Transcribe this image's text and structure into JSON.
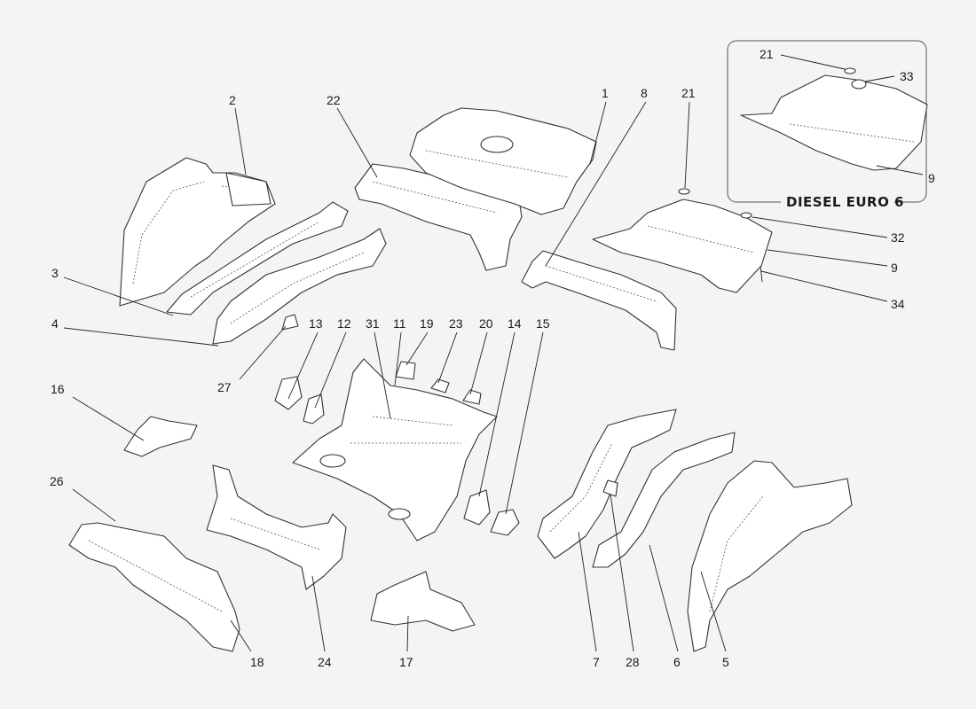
{
  "inset": {
    "title": "DIESEL  EURO 6"
  },
  "labels": {
    "l1": "1",
    "l2": "2",
    "l3": "3",
    "l4": "4",
    "l5": "5",
    "l6": "6",
    "l7": "7",
    "l8": "8",
    "l9a": "9",
    "l9b": "9",
    "l11": "11",
    "l12": "12",
    "l13": "13",
    "l14": "14",
    "l15": "15",
    "l16": "16",
    "l17": "17",
    "l18": "18",
    "l19": "19",
    "l20": "20",
    "l21a": "21",
    "l21b": "21",
    "l22": "22",
    "l23": "23",
    "l24": "24",
    "l26": "26",
    "l27": "27",
    "l28": "28",
    "l31": "31",
    "l32": "32",
    "l33": "33",
    "l34": "34"
  }
}
